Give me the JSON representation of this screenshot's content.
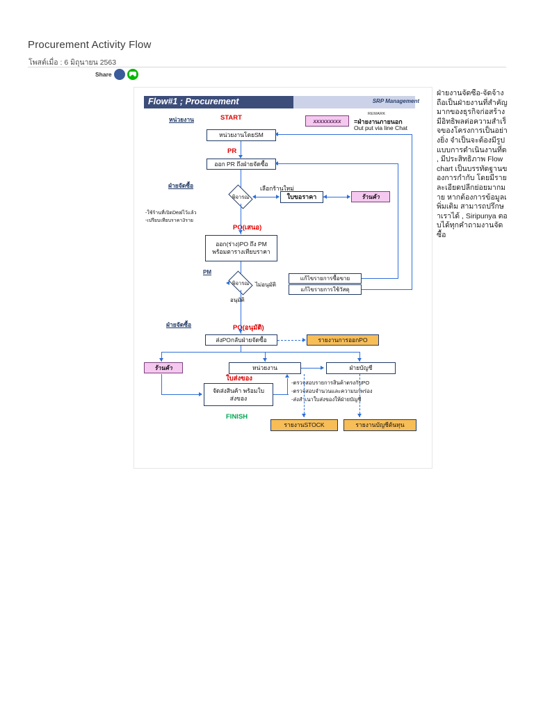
{
  "page": {
    "title": "Procurement Activity Flow",
    "post_date": "โพสต์เมื่อ : 6 มิถุนายน 2563",
    "share_label": "Share",
    "social": [
      {
        "name": "facebook-share-icon",
        "color": "#3b5b9a"
      },
      {
        "name": "line-share-icon",
        "color": "#00b900"
      }
    ]
  },
  "side_text": "ฝ่ายงานจัดซื้อ-จัดจ้าง ถือเป็นฝ่ายงานที่สำคัญมากของธุรกิจก่อสร้าง มีอิทธิพลต่อความสำเร็จของโครงการเป็นอย่างยิ่ง จำเป็นจะต้องมีรูปแบบการดำเนินงานที่ดี, มีประสิทธิภาพ Flow chart เป็นบรรทัดฐานของการกำกับ โดยมีรายละเอียดปลีกย่อยมากมาย หากต้องการข้อมูลเพิ่มเติม สามารถปรึกษาเราได้ , Siripunya ตอบได้ทุกคำถามงานจัดซื้อ",
  "diagram": {
    "title": "Flow#1 ; Procurement",
    "owner": "SRP Management",
    "legend": {
      "swatch_text": "xxxxxxxxx",
      "remark": "REMARK",
      "line1": "=ฝ่ายงานภายนอก",
      "line2": "Out put via line Chat"
    },
    "swimlanes": {
      "unit": "หน่วยงาน",
      "purchasing": "ฝ่ายจัดซื้อ",
      "pm": "PM",
      "purchasing2": "ฝ่ายจัดซื้อ"
    },
    "markers": {
      "start": "START",
      "finish": "FINISH",
      "pr": "PR",
      "po_propose": "PO(เสนอ)",
      "po_approved": "PO(อนุมัติ)",
      "delivery_note": "ใบส่งของ"
    },
    "nodes": {
      "unit_by_sm": "หน่วยงานโดยSM",
      "issue_pr": "ออก PR ถึงฝ่ายจัดซื้อ",
      "decision1": "พิจารณ",
      "quote_request": "ใบขอราคา",
      "vendor1": "ร้านค้า",
      "draft_po": "ออก(ร่าง)PO ถึง PM\nพร้อมตารางเทียบราคา",
      "decision2": "พิจารณ",
      "fix_trade": "แก้ไขรายการซื้อขาย",
      "fix_material": "แก้ไขรายการใช้วัสดุ",
      "send_po_back": "ส่งPOกลับฝ่ายจัดซื้อ",
      "report_po": "รายงานการออกPO",
      "vendor2": "ร้านค้า",
      "unit_box": "หน่วยงาน",
      "accounting": "ฝ่ายบัญชี",
      "deliver_goods": "จัดส่งสินค้า พร้อมใบ\nส่งของ",
      "report_stock": "รายงานSTOCK",
      "report_cost": "รายงานบัญชีต้นทุน"
    },
    "edge_labels": {
      "choose_new_vendor": "เลือกร้านใหม่",
      "not_approved": "ไม่อนุมัติ",
      "approved": "อนุมัติ",
      "note1": "-ใช้ร้านที่เปิดDealไว้แล้ว",
      "note2": "-เปรียบเทียบราคา3ราย"
    },
    "checklist": [
      "-ตรวจสอบรายการสินค้าตรงกับPO",
      "-ตรวจสอบจำนวนและความบกพร่อง",
      "-ส่งสำเนาใบส่งของให้ฝ่ายบัญชี"
    ],
    "colors": {
      "title_bar": "#3c4d7a",
      "title_bar_light": "#ccd3e8",
      "node_border": "#1f3864",
      "connector": "#2e6fd9",
      "external": "#f5c8ef",
      "report": "#f7bd57",
      "accent_red": "#e00000",
      "accent_green": "#00a651"
    }
  }
}
